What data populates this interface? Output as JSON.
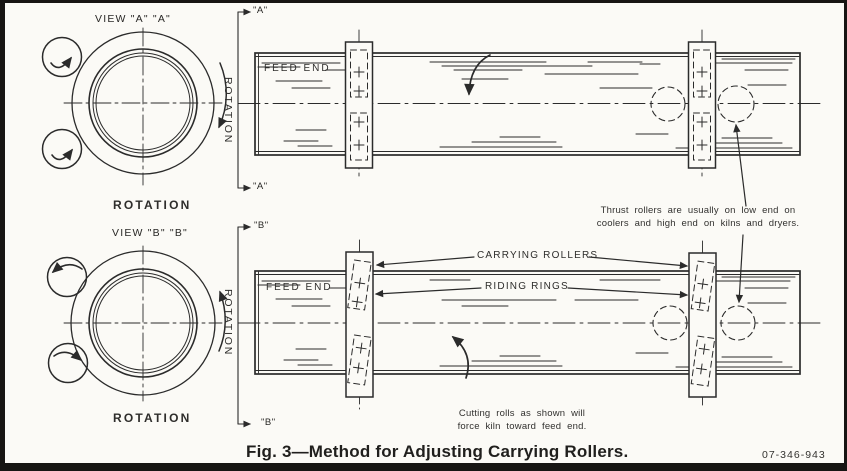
{
  "figure": {
    "caption": "Fig. 3—Method for Adjusting Carrying Rollers.",
    "doc_number": "07-346-943"
  },
  "view_a": {
    "title": "VIEW \"A\" \"A\"",
    "rotation_label": "ROTATION",
    "rotation_side_label": "ROTATION"
  },
  "view_b": {
    "title": "VIEW \"B\" \"B\"",
    "rotation_label": "ROTATION",
    "rotation_side_label": "ROTATION"
  },
  "diagram_a": {
    "section_marker_top": "\"A\"",
    "section_marker_bottom": "\"A\"",
    "feed_end_label": "FEED END"
  },
  "diagram_b": {
    "section_marker_top": "\"B\"",
    "section_marker_bottom": "\"B\"",
    "feed_end_label": "FEED END",
    "carrying_rollers_label": "CARRYING ROLLERS",
    "riding_rings_label": "RIDING RINGS"
  },
  "notes": {
    "thrust_line1": "Thrust rollers are usually on low end on",
    "thrust_line2": "coolers and high end on kilns and dryers.",
    "cutting_line1": "Cutting rolls as shown will",
    "cutting_line2": "force kiln toward feed end."
  },
  "colors": {
    "ink": "#2b2b2b",
    "paper": "#fbfaf6",
    "frame": "#171513"
  }
}
